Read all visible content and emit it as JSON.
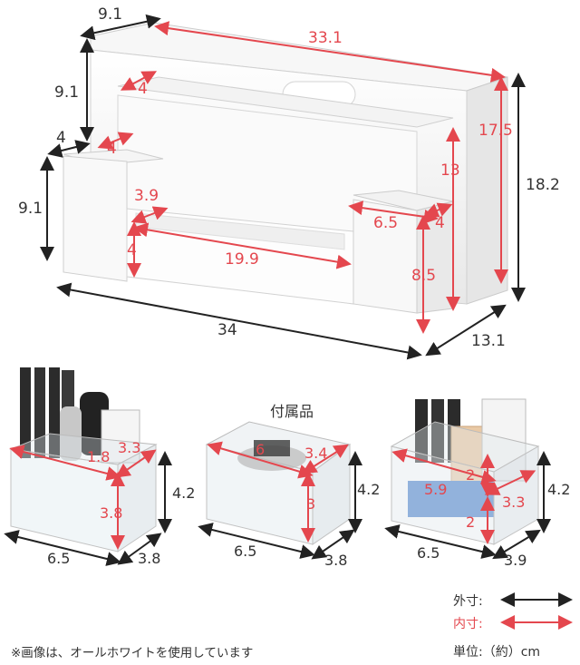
{
  "main_dims": {
    "depth_top": "9.1",
    "width_inner_top": "33.1",
    "height_upper": "9.1",
    "compartment_depth_upper": "4",
    "height_inner_total": "17.5",
    "height_outer_total": "18.2",
    "left_step": "4",
    "compartment_depth_left": "4",
    "inner_mid_height": "13",
    "left_height": "9.1",
    "small_depth": "3.9",
    "small_pocket_width": "6.5",
    "small_pocket_depth": "4",
    "tray_width": "19.9",
    "tray_height": "4",
    "right_pocket_height": "8.5",
    "outer_width": "34",
    "outer_depth": "13.1"
  },
  "accessory_title": "付属品",
  "case1": {
    "in_w": "1.8",
    "in_d": "3.3",
    "in_h": "3.8",
    "out_h": "4.2",
    "out_w": "6.5",
    "out_d": "3.8"
  },
  "case2": {
    "in_w": "6",
    "in_d": "3.4",
    "in_h": "3",
    "out_h": "4.2",
    "out_w": "6.5",
    "out_d": "3.8"
  },
  "case3": {
    "in_w": "5.9",
    "in_h_top": "2",
    "in_d": "3.3",
    "in_h_bot": "2",
    "out_h": "4.2",
    "out_w": "6.5",
    "out_d": "3.9"
  },
  "legend": {
    "outer_label": "外寸:",
    "inner_label": "内寸:",
    "unit": "単位:（約）cm"
  },
  "note": "※画像は、オールホワイトを使用しています",
  "colors": {
    "inner": "#e4474e",
    "outer": "#222222",
    "body": "#f4f4f4"
  }
}
